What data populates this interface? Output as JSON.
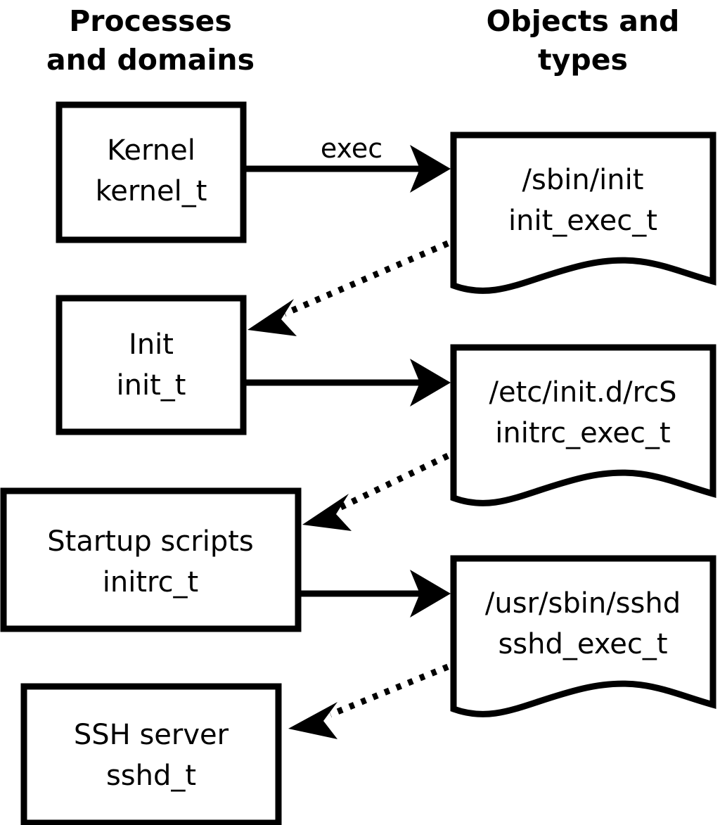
{
  "diagram": {
    "title_columns": [
      {
        "id": "processes",
        "line1": "Processes",
        "line2": "and domains"
      },
      {
        "id": "objects",
        "line1": "Objects and",
        "line2": "types"
      }
    ],
    "colors": {
      "stroke": "#000000",
      "background": "#ffffff",
      "text": "#000000"
    },
    "domains": [
      {
        "id": "kernel",
        "name": "Kernel",
        "type": "kernel_t"
      },
      {
        "id": "init",
        "name": "Init",
        "type": "init_t"
      },
      {
        "id": "initrc",
        "name": "Startup scripts",
        "type": "initrc_t"
      },
      {
        "id": "sshd",
        "name": "SSH server",
        "type": "sshd_t"
      }
    ],
    "objects": [
      {
        "id": "init_exec",
        "path": "/sbin/init",
        "type": "init_exec_t"
      },
      {
        "id": "initrc_exec",
        "path": "/etc/init.d/rcS",
        "type": "initrc_exec_t"
      },
      {
        "id": "sshd_exec",
        "path": "/usr/sbin/sshd",
        "type": "sshd_exec_t"
      }
    ],
    "edges": [
      {
        "id": "kernel-exec-init_exec",
        "from": "kernel",
        "to": "init_exec",
        "label": "exec",
        "style": "solid"
      },
      {
        "id": "init_exec-transition",
        "from": "init_exec",
        "to": "init",
        "label": "",
        "style": "dotted"
      },
      {
        "id": "init-exec-initrc_exec",
        "from": "init",
        "to": "initrc_exec",
        "label": "",
        "style": "solid"
      },
      {
        "id": "initrc_exec-transition",
        "from": "initrc_exec",
        "to": "initrc",
        "label": "",
        "style": "dotted"
      },
      {
        "id": "initrc-exec-sshd_exec",
        "from": "initrc",
        "to": "sshd_exec",
        "label": "",
        "style": "solid"
      },
      {
        "id": "sshd_exec-transition",
        "from": "sshd_exec",
        "to": "sshd",
        "label": "",
        "style": "dotted"
      }
    ]
  }
}
